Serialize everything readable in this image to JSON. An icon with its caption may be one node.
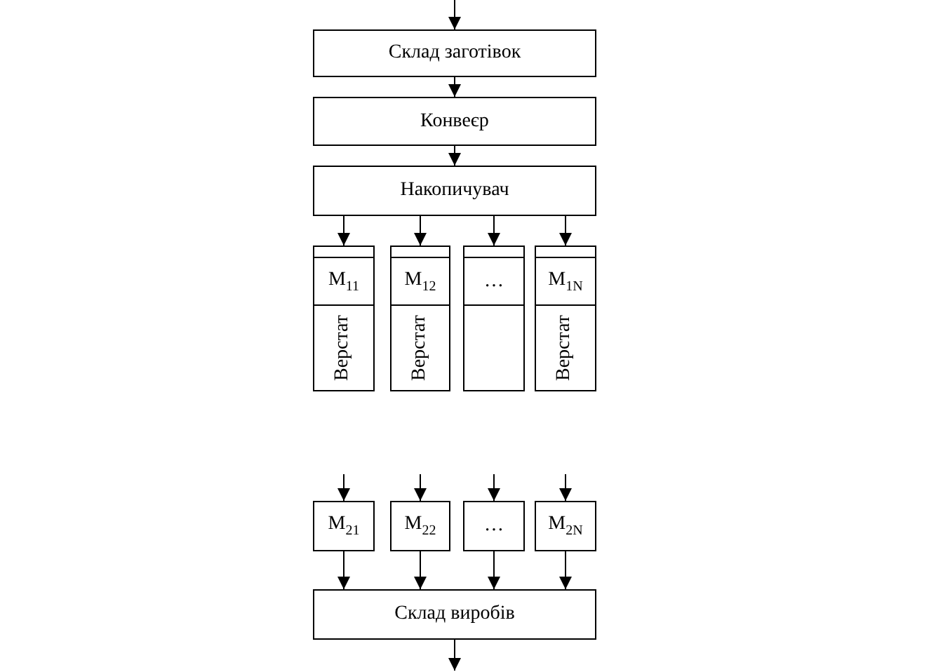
{
  "diagram": {
    "nodes": [
      {
        "text": [
          "Склад заготівок"
        ]
      },
      {
        "text": [
          "Конвеєр"
        ]
      },
      {
        "text": [
          "Накопичувач"
        ]
      },
      {
        "text": [
          "M$_{11}$",
          "Верстат"
        ]
      },
      {
        "text": [
          "M$_{12}$",
          "Верстат"
        ]
      },
      {
        "text": [
          "…"
        ]
      },
      {
        "text": [
          "M$_{1N}$",
          "Верстат"
        ]
      },
      {
        "text": [
          "M$_{21}$"
        ]
      },
      {
        "text": [
          "M$_{22}$"
        ]
      },
      {
        "text": [
          "…"
        ]
      },
      {
        "text": [
          "M$_{2N}$"
        ]
      },
      {
        "text": [
          "Склад виробів"
        ]
      }
    ],
    "edges": [
      {
        "from": null,
        "to": 0,
        "arrow": "to"
      },
      {
        "from": 0,
        "to": 1,
        "arrow": "to"
      },
      {
        "from": 1,
        "to": 2,
        "arrow": "to"
      },
      {
        "from": 2,
        "to": 3,
        "arrow": "to"
      },
      {
        "from": 2,
        "to": 4,
        "arrow": "to"
      },
      {
        "from": 2,
        "to": 5,
        "arrow": "to"
      },
      {
        "from": 2,
        "to": 6,
        "arrow": "to"
      },
      {
        "from": null,
        "to": 7,
        "arrow": "to"
      },
      {
        "from": null,
        "to": 8,
        "arrow": "to"
      },
      {
        "from": null,
        "to": 9,
        "arrow": "to"
      },
      {
        "from": null,
        "to": 10,
        "arrow": "to"
      },
      {
        "from": 7,
        "to": 11,
        "arrow": "to"
      },
      {
        "from": 8,
        "to": 11,
        "arrow": "to"
      },
      {
        "from": 9,
        "to": 11,
        "arrow": "to"
      },
      {
        "from": 10,
        "to": 11,
        "arrow": "to"
      },
      {
        "from": 11,
        "to": null,
        "arrow": "to"
      }
    ]
  }
}
